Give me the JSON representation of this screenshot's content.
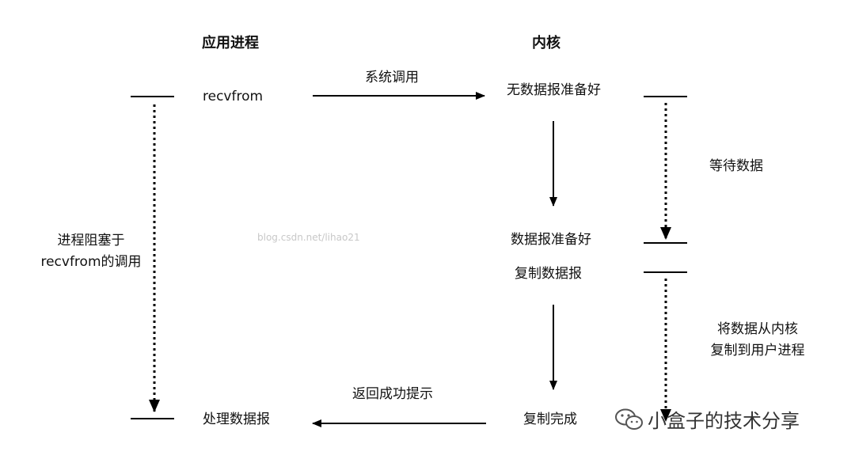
{
  "headers": {
    "app_process": "应用进程",
    "kernel": "内核"
  },
  "app_side": {
    "recvfrom": "recvfrom",
    "process_datagram": "处理数据报",
    "blocked_line1": "进程阻塞于",
    "blocked_line2": "recvfrom的调用"
  },
  "kernel_side": {
    "no_datagram_ready": "无数据报准备好",
    "datagram_ready": "数据报准备好",
    "copy_datagram": "复制数据报",
    "copy_complete": "复制完成"
  },
  "arrows": {
    "syscall": "系统调用",
    "return_success": "返回成功提示"
  },
  "phases": {
    "wait_data": "等待数据",
    "copy_line1": "将数据从内核",
    "copy_line2": "复制到用户进程"
  },
  "watermark": "blog.csdn.net/lihao21",
  "brand": {
    "label": "小盒子的技术分享",
    "icon": "wechat-icon"
  }
}
